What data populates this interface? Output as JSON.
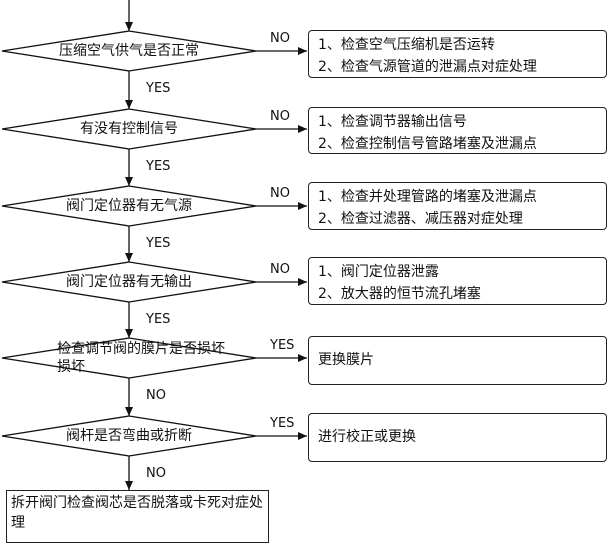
{
  "steps": [
    {
      "question": "压缩空气供气是否正常",
      "branch_label": "NO",
      "actions": [
        "1、检查空气压缩机是否运转",
        "2、检查气源管道的泄漏点对症处理"
      ],
      "next_label": "YES"
    },
    {
      "question": "有没有控制信号",
      "branch_label": "NO",
      "actions": [
        "1、检查调节器输出信号",
        "2、检查控制信号管路堵塞及泄漏点"
      ],
      "next_label": "YES"
    },
    {
      "question": "阀门定位器有无气源",
      "branch_label": "NO",
      "actions": [
        "1、检查并处理管路的堵塞及泄漏点",
        "2、检查过滤器、减压器对症处理"
      ],
      "next_label": "YES"
    },
    {
      "question": "阀门定位器有无输出",
      "branch_label": "NO",
      "actions": [
        "1、阀门定位器泄露",
        "2、放大器的恒节流孔堵塞"
      ],
      "next_label": "YES"
    },
    {
      "question": "检查调节阀的膜片是否损坏损坏",
      "branch_label": "YES",
      "actions": [
        "更换膜片"
      ],
      "next_label": "NO"
    },
    {
      "question": "阀杆是否弯曲或折断",
      "branch_label": "YES",
      "actions": [
        "进行校正或更换"
      ],
      "next_label": "NO"
    }
  ],
  "final_step": "拆开阀门检查阀芯是否脱落或卡死对症处理"
}
